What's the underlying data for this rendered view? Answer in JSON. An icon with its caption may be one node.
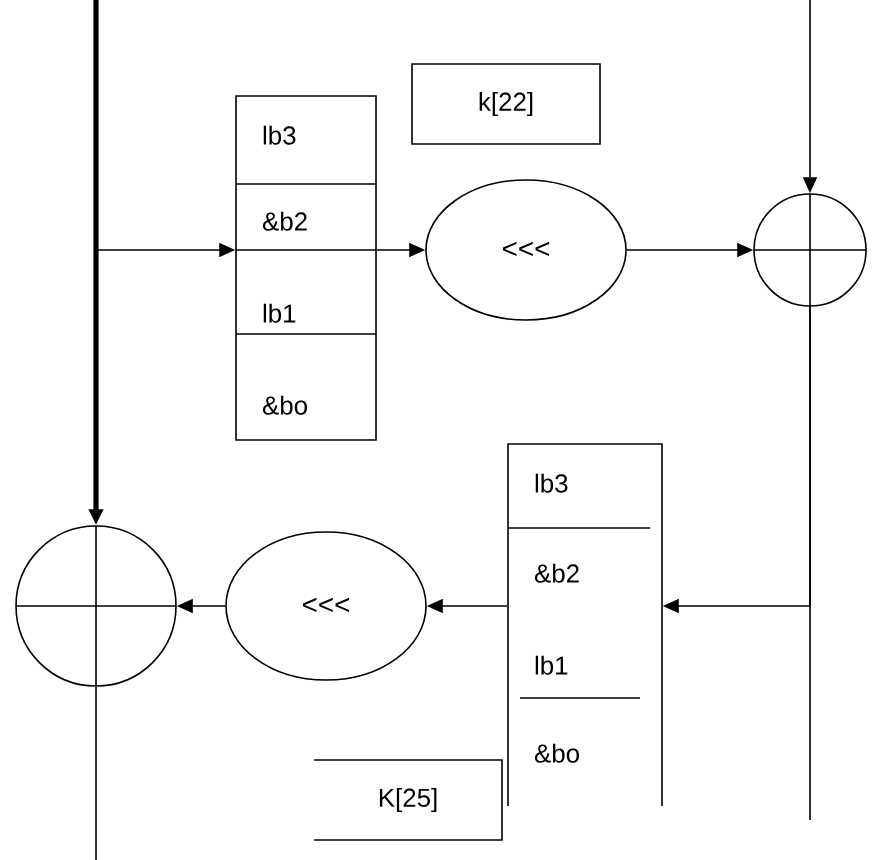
{
  "diagram": {
    "nodes": [
      {
        "text": [],
        "shape": "box"
      },
      {
        "text": [
          "lb3"
        ],
        "in": 0
      },
      {
        "text": [
          "&b2"
        ],
        "in": 0
      },
      {
        "text": [
          "lb1"
        ],
        "in": 0
      },
      {
        "text": [
          "&bo"
        ],
        "in": 0
      },
      {
        "text": [
          "k[22]"
        ]
      },
      {
        "text": [
          "<<<"
        ]
      },
      {
        "text": [],
        "shape": "circle"
      },
      {
        "text": [],
        "shape": "box"
      },
      {
        "text": [
          "lb3"
        ],
        "in": 8
      },
      {
        "text": [
          "&b2"
        ],
        "in": 8
      },
      {
        "text": [
          "lb1"
        ],
        "in": 8
      },
      {
        "text": [
          "&bo"
        ],
        "in": 8
      },
      {
        "text": [
          "<<<"
        ]
      },
      {
        "text": [],
        "shape": "circle"
      },
      {
        "text": [
          "K[25]"
        ]
      }
    ],
    "edges": [
      {
        "from": null,
        "to": 0,
        "arrow": "to"
      },
      {
        "from": 0,
        "to": 6,
        "arrow": "to"
      },
      {
        "from": 6,
        "to": 7,
        "arrow": "to"
      },
      {
        "from": null,
        "to": 7,
        "arrow": "to"
      },
      {
        "from": 7,
        "to": null,
        "arrow": "none"
      },
      {
        "from": 7,
        "to": 8,
        "arrow": "to"
      },
      {
        "from": 8,
        "to": 13,
        "arrow": "to"
      },
      {
        "from": 13,
        "to": 14,
        "arrow": "to"
      },
      {
        "from": null,
        "to": 14,
        "arrow": "to",
        "style": "thick"
      },
      {
        "from": 14,
        "to": null,
        "arrow": "none"
      }
    ]
  }
}
